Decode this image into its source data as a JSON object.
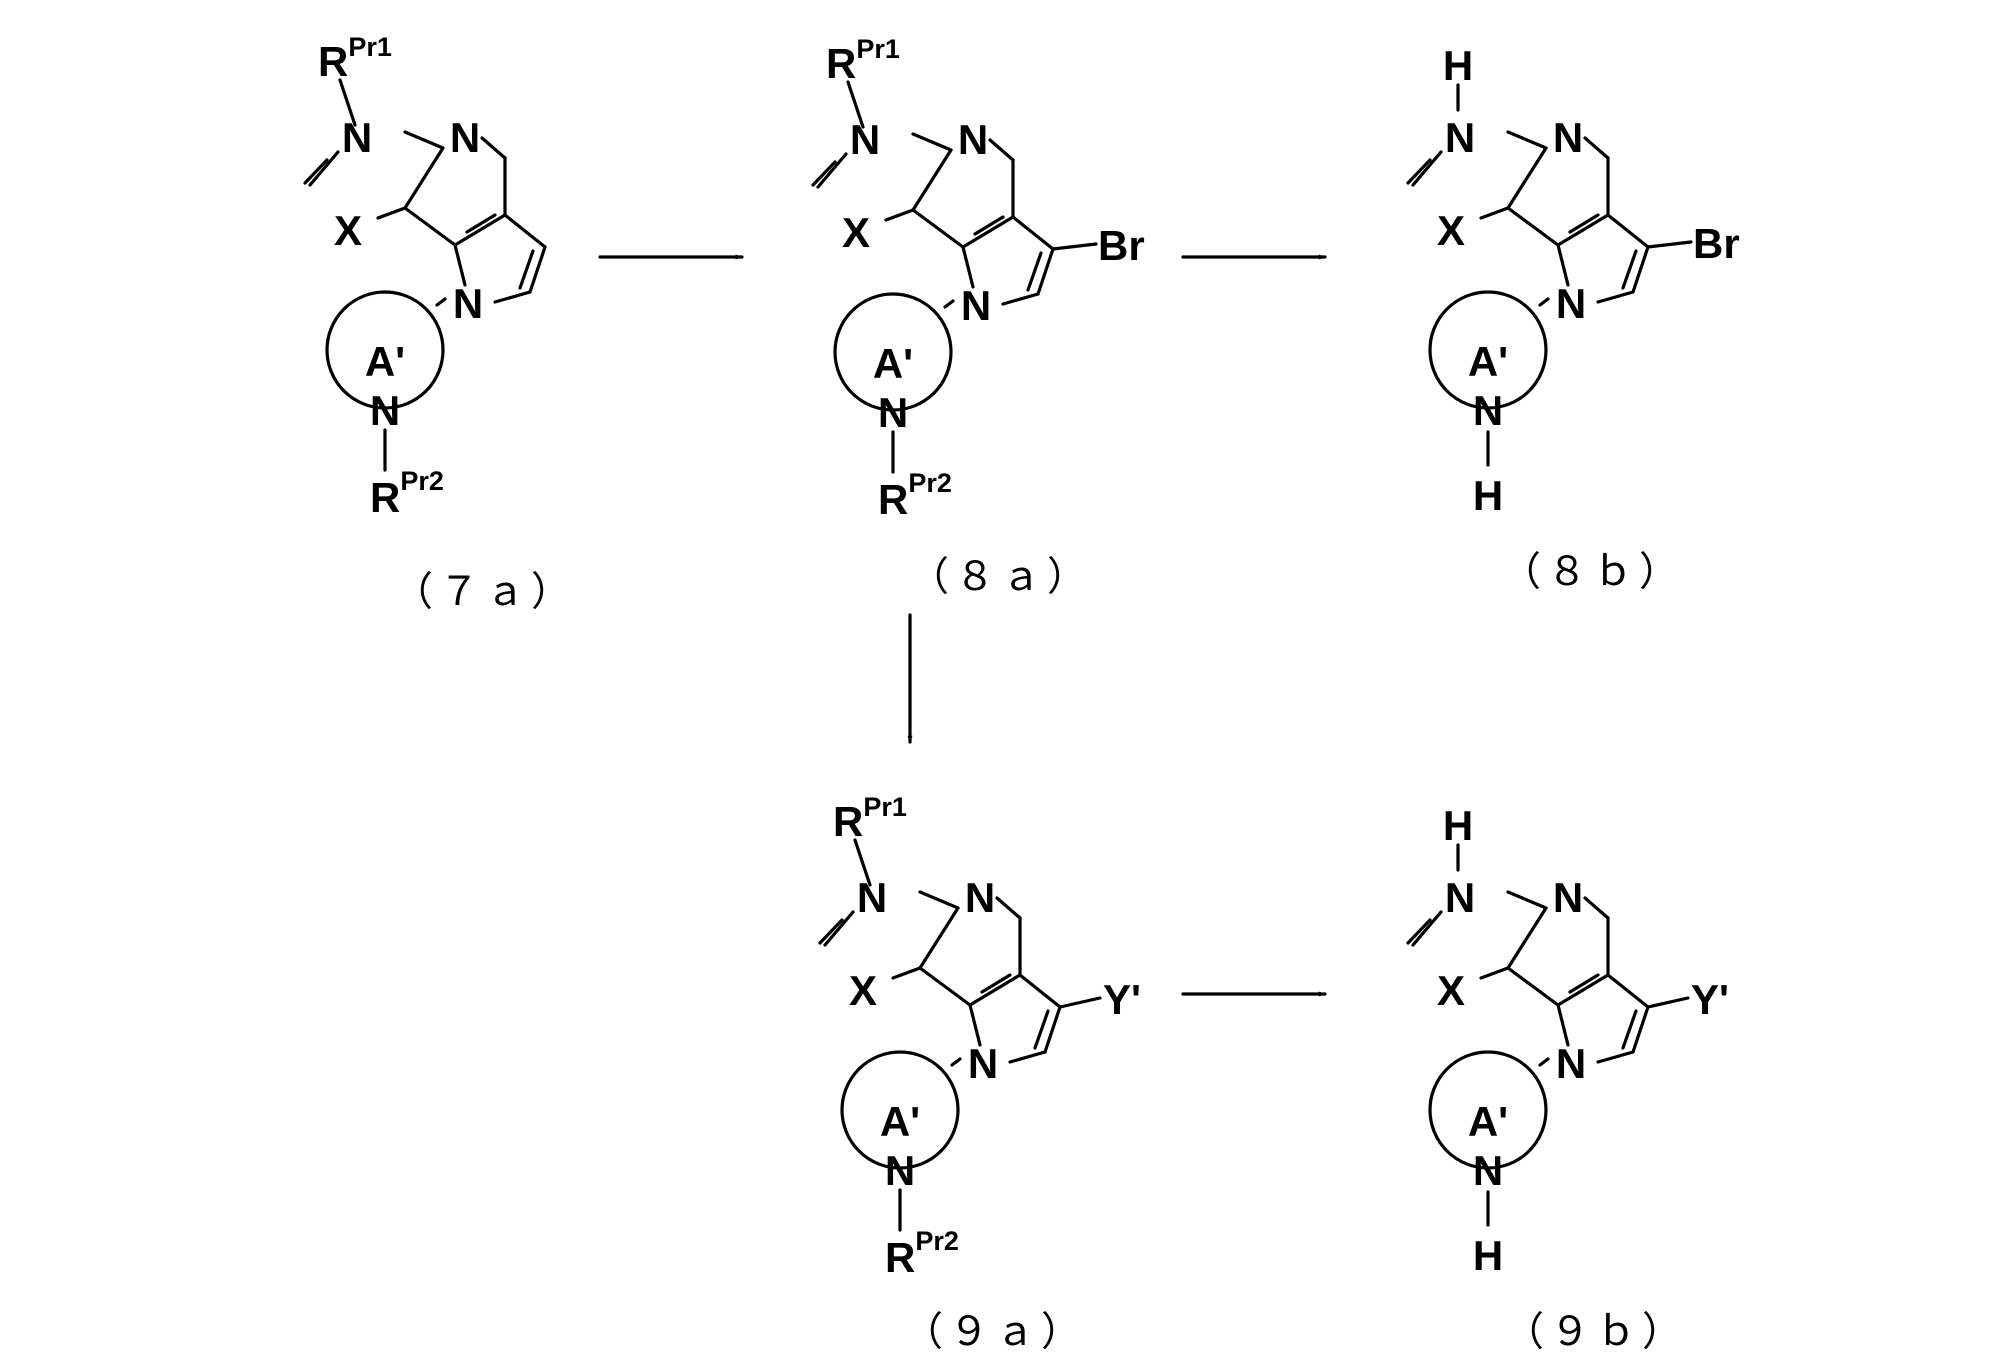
{
  "scheme": {
    "compounds": [
      {
        "id": "7a",
        "caption": "（７ａ）",
        "atoms": {
          "r1_base": "R",
          "r1_sup": "Pr1",
          "n_imid": "N",
          "x": "X",
          "n_pyr": "N",
          "n_pyrrole": "N",
          "ring": "A'",
          "n_ring": "N",
          "r2_base": "R",
          "r2_sup": "Pr2"
        }
      },
      {
        "id": "8a",
        "caption": "（８ａ）",
        "atoms": {
          "r1_base": "R",
          "r1_sup": "Pr1",
          "n_imid": "N",
          "x": "X",
          "n_pyr": "N",
          "n_pyrrole": "N",
          "substituent": "Br",
          "ring": "A'",
          "n_ring": "N",
          "r2_base": "R",
          "r2_sup": "Pr2"
        }
      },
      {
        "id": "8b",
        "caption": "（８ｂ）",
        "atoms": {
          "h_top": "H",
          "n_imid": "N",
          "x": "X",
          "n_pyr": "N",
          "n_pyrrole": "N",
          "substituent": "Br",
          "ring": "A'",
          "n_ring": "N",
          "h_bottom": "H"
        }
      },
      {
        "id": "9a",
        "caption": "（９ａ）",
        "atoms": {
          "r1_base": "R",
          "r1_sup": "Pr1",
          "n_imid": "N",
          "x": "X",
          "n_pyr": "N",
          "n_pyrrole": "N",
          "substituent": "Y'",
          "ring": "A'",
          "n_ring": "N",
          "r2_base": "R",
          "r2_sup": "Pr2"
        }
      },
      {
        "id": "9b",
        "caption": "（９ｂ）",
        "atoms": {
          "h_top": "H",
          "n_imid": "N",
          "x": "X",
          "n_pyr": "N",
          "n_pyrrole": "N",
          "substituent": "Y'",
          "ring": "A'",
          "n_ring": "N",
          "h_bottom": "H"
        }
      }
    ],
    "arrows": [
      {
        "from": "7a",
        "to": "8a",
        "direction": "right"
      },
      {
        "from": "8a",
        "to": "8b",
        "direction": "right"
      },
      {
        "from": "8a",
        "to": "9a",
        "direction": "down"
      },
      {
        "from": "9a",
        "to": "9b",
        "direction": "right"
      }
    ]
  }
}
